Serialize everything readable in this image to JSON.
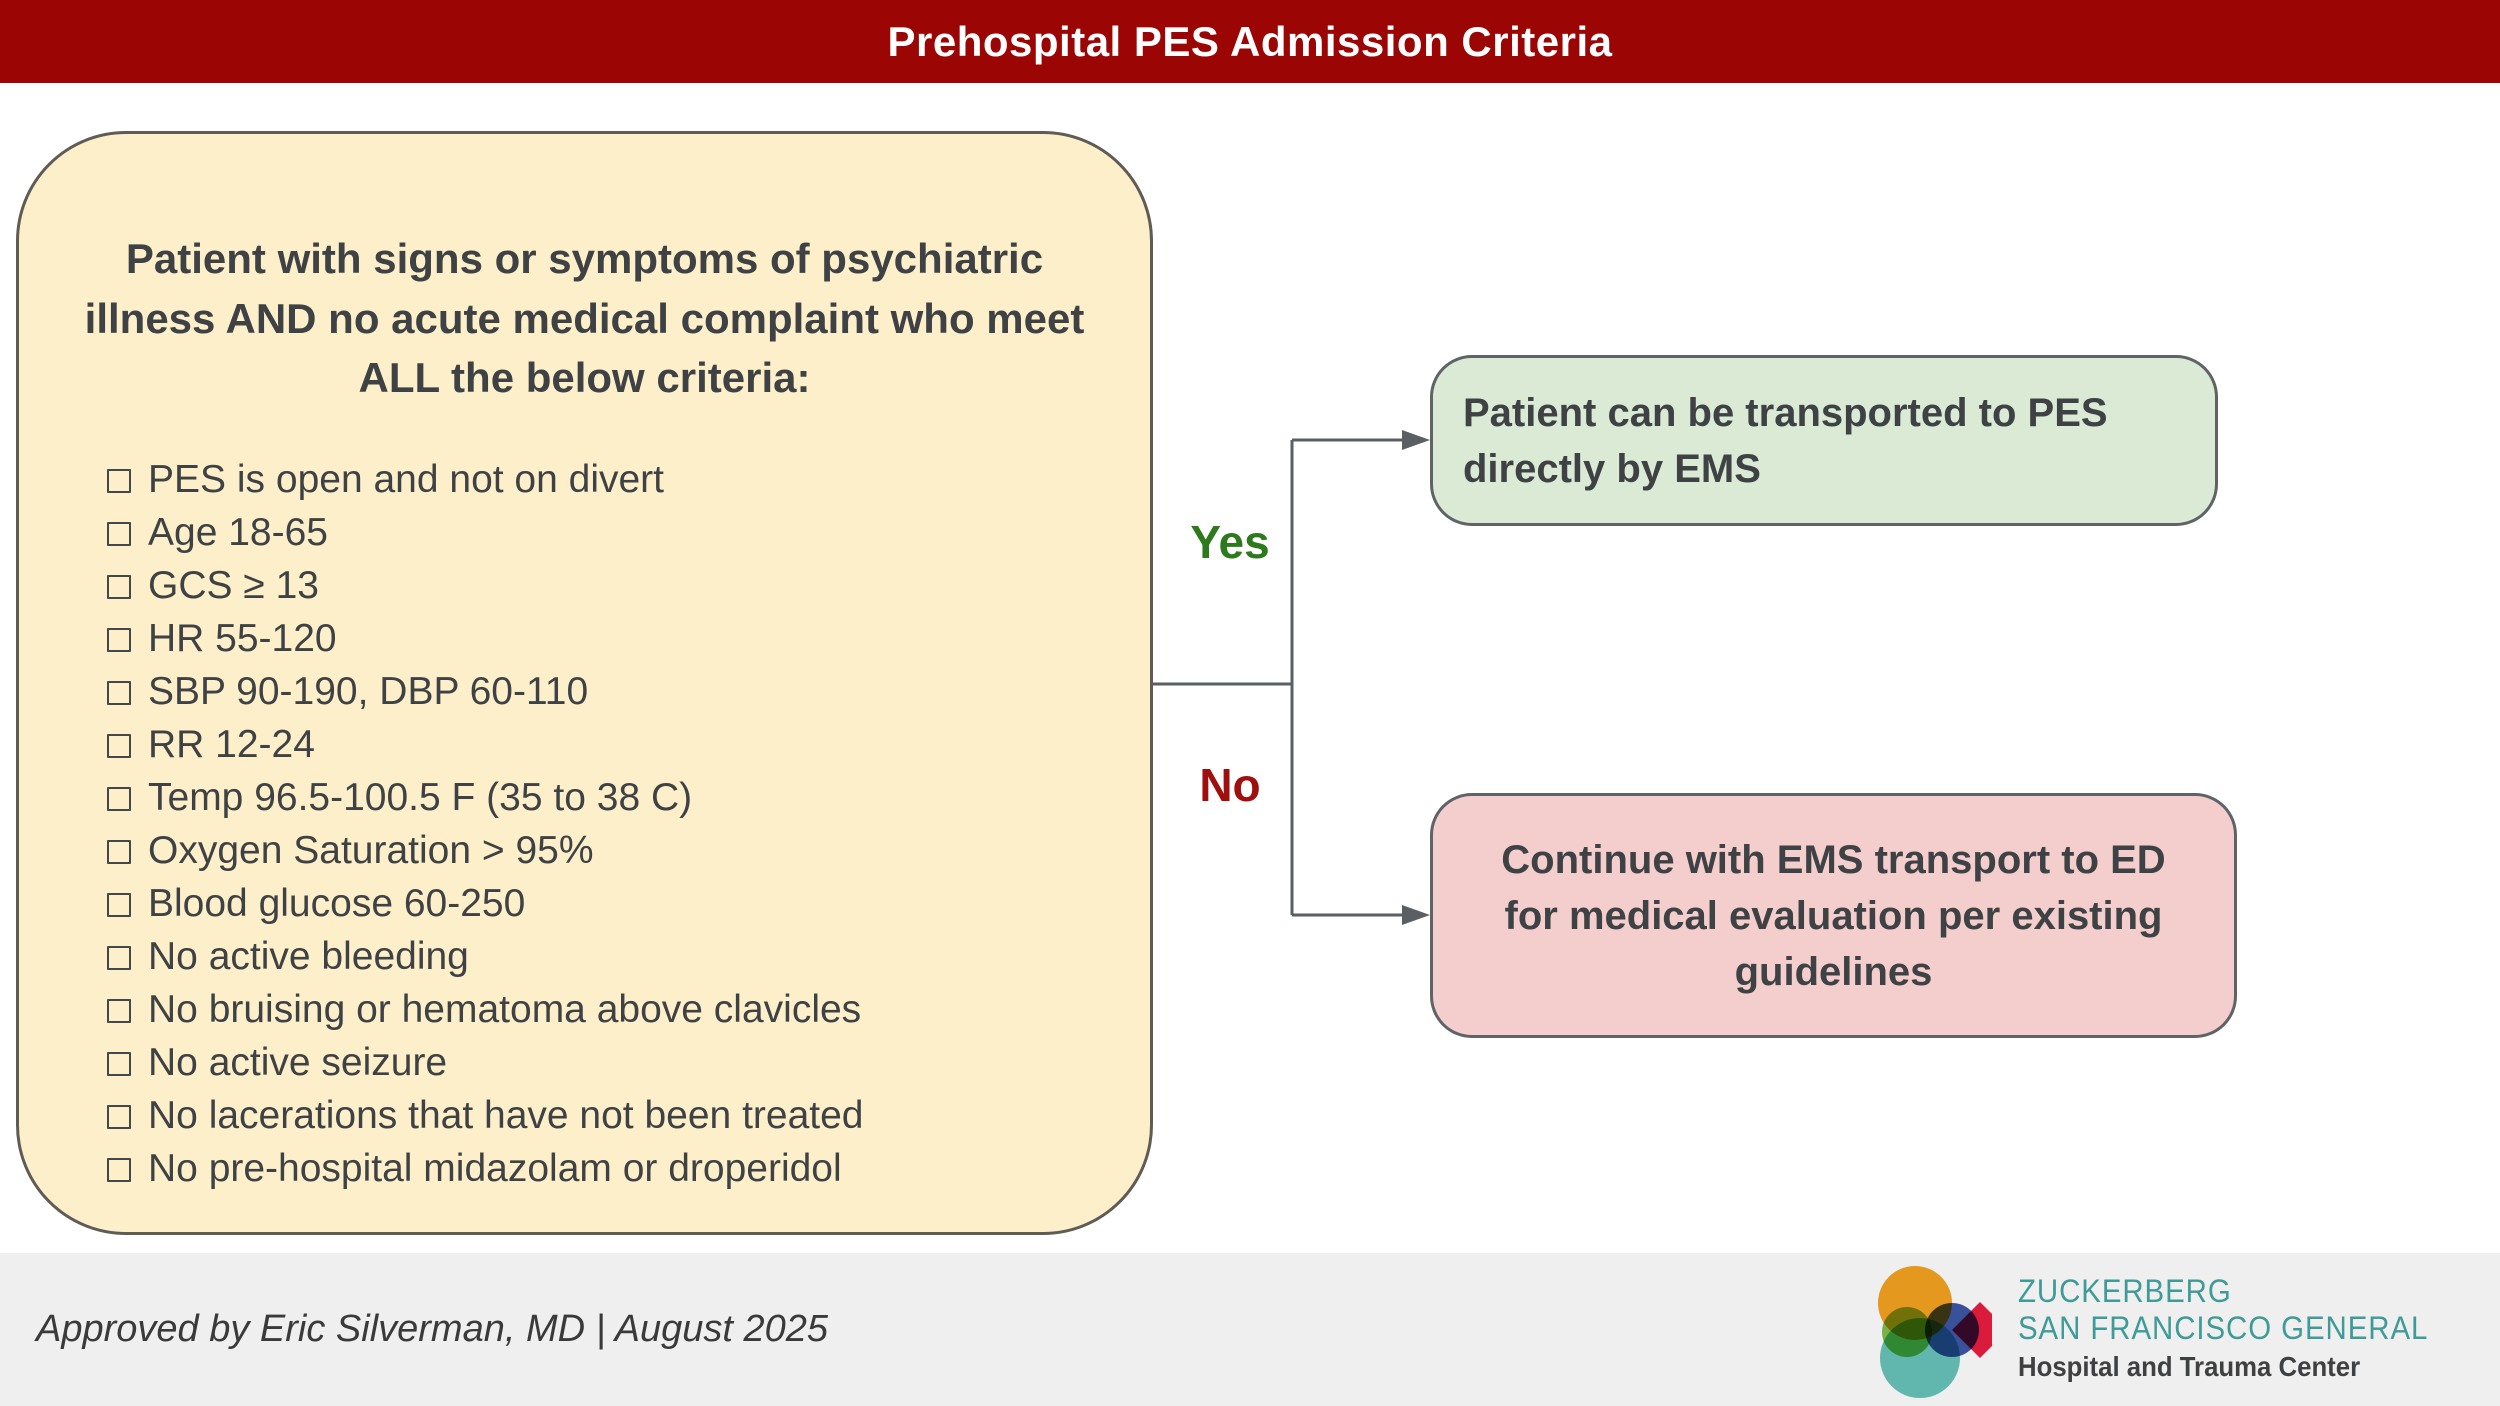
{
  "banner": {
    "title": "Prehospital PES Admission Criteria",
    "bg_color": "#9B0504"
  },
  "criteria": {
    "heading": "Patient with signs or symptoms of psychiatric illness AND no acute medical complaint who meet ALL the below criteria:",
    "items": [
      "PES is open and not on divert",
      "Age 18-65",
      "GCS ≥ 13",
      "HR 55-120",
      "SBP 90-190, DBP 60-110",
      "RR 12-24",
      "Temp 96.5-100.5 F (35 to 38 C)",
      "Oxygen Saturation > 95%",
      "Blood glucose 60-250",
      "No active bleeding",
      "No bruising or hematoma above clavicles",
      "No active seizure",
      "No lacerations that have not been treated",
      "No pre-hospital midazolam or droperidol"
    ],
    "bg_color": "#FDEFC9",
    "text_color": "#3F4245"
  },
  "branches": {
    "yes_label": "Yes",
    "yes_color": "#2C7A1B",
    "no_label": "No",
    "no_color": "#9E0F0D"
  },
  "outcomes": {
    "yes_text": "Patient can be transported to PES directly by EMS",
    "yes_bg": "#DAEAD5",
    "no_text": "Continue with EMS transport to ED for medical evaluation per existing guidelines",
    "no_bg": "#F4CECC"
  },
  "footer": {
    "approval_text": "Approved by Eric Silverman, MD |  August 2025",
    "bg_color": "#EFEFEF",
    "logo": {
      "name_line1": "ZUCKERBERG",
      "name_line2": "SAN FRANCISCO GENERAL",
      "tagline": "Hospital and Trauma Center",
      "teal_color": "#3E9B97"
    }
  }
}
